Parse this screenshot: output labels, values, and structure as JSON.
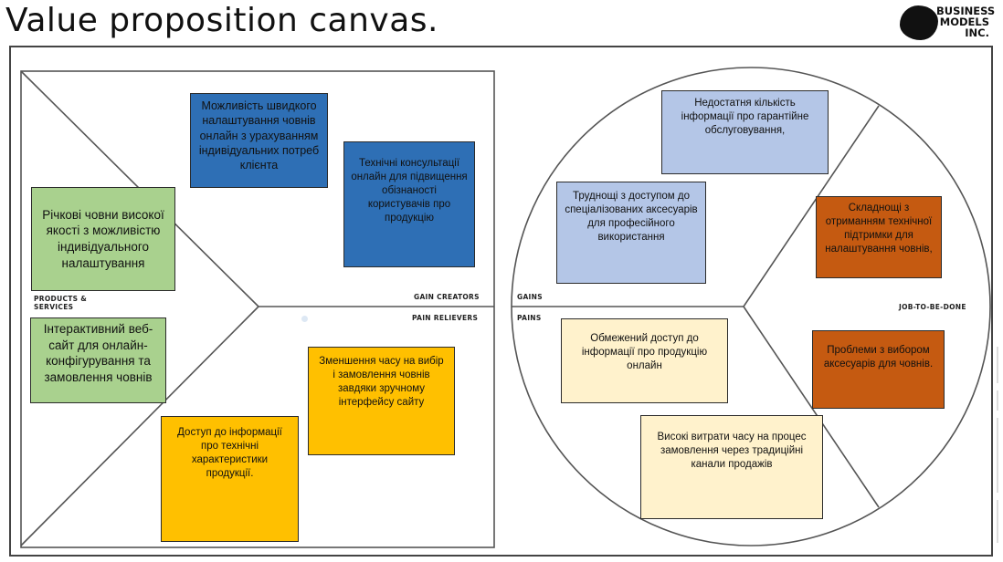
{
  "title": "Value proposition canvas.",
  "logo": {
    "line1": "BUSINESS",
    "line2": "MODELS",
    "line3": "INC."
  },
  "labels": {
    "products_services": "PRODUCTS &\nSERVICES",
    "gain_creators": "GAIN CREATORS",
    "pain_relievers": "PAIN RELIEVERS",
    "gains": "GAINS",
    "pains": "PAINS",
    "job_to_be_done": "JOB-TO-BE-DONE"
  },
  "value_map": {
    "products": [
      "Річкові човни високої якості з можливістю індивідуального налаштування",
      "Інтерактивний веб-сайт для онлайн-конфігурування та замовлення човнів"
    ],
    "gain_creators": [
      "Можливість швидкого налаштування човнів онлайн з урахуванням індивідуальних потреб клієнта",
      "Технічні консультації онлайн для підвищення обізнаності користувачів про продукцію"
    ],
    "pain_relievers": [
      "Зменшення часу на вибір і замовлення човнів завдяки зручному інтерфейсу сайту",
      "Доступ до інформації про технічні характеристики продукції."
    ]
  },
  "customer_profile": {
    "gains": [
      "Недостатня кількість інформації про гарантійне обслуговування,",
      "Труднощі з доступом до спеціалізованих аксесуарів для професійного використання"
    ],
    "jobs": [
      "Складнощі з отриманням технічної підтримки для налаштування човнів,",
      "Проблеми з вибором аксесуарів для човнів."
    ],
    "pains": [
      "Обмежений доступ до інформації про продукцію онлайн",
      "Високі витрати часу на процес замовлення через традиційні канали продажів"
    ]
  },
  "colors": {
    "products": "#a9d18e",
    "gain_creators": "#2e6fb5",
    "pain_relievers": "#ffc000",
    "gains": "#b4c6e7",
    "jobs": "#c55a11",
    "pains": "#fff2cc"
  }
}
